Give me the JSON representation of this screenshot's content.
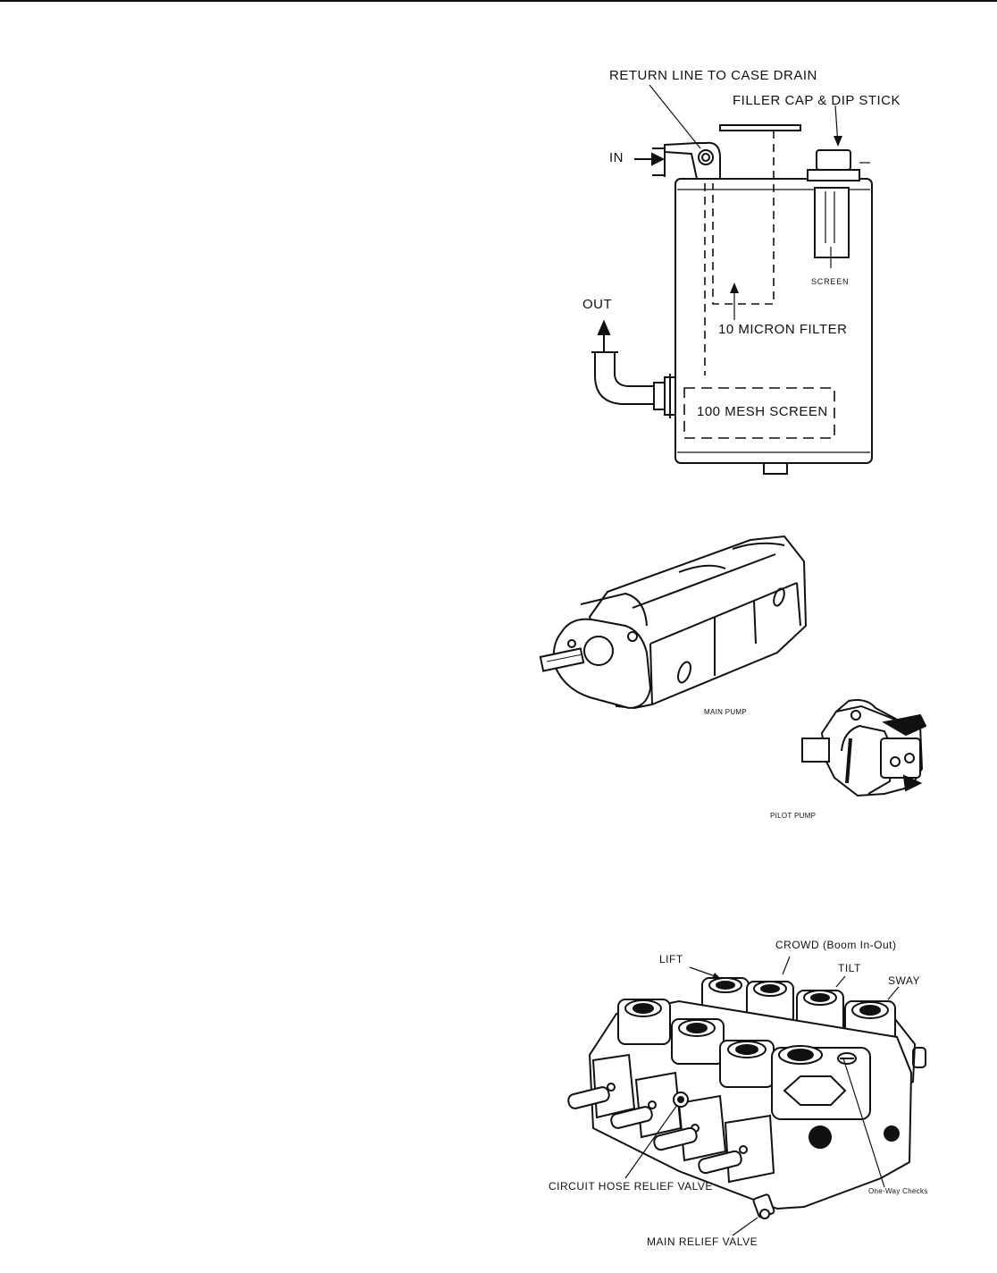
{
  "tank": {
    "return_line": "RETURN LINE TO CASE DRAIN",
    "filler_cap": "FILLER CAP & DIP STICK",
    "in": "IN",
    "out": "OUT",
    "screen": "SCREEN",
    "filter": "10 MICRON FILTER",
    "mesh_screen": "100 MESH SCREEN"
  },
  "pumps": {
    "main_pump": "MAIN PUMP",
    "pilot_pump": "PILOT PUMP"
  },
  "valve": {
    "lift": "LIFT",
    "crowd": "CROWD (Boom In-Out)",
    "tilt": "TILT",
    "sway": "SWAY",
    "circuit_relief": "CIRCUIT HOSE RELIEF VALVE",
    "one_way_checks": "One-Way Checks",
    "main_relief": "MAIN RELIEF VALVE"
  }
}
